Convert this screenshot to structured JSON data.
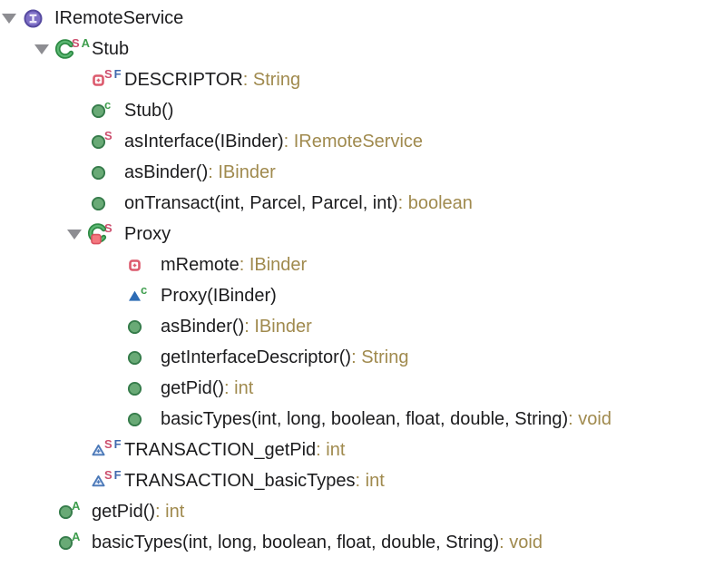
{
  "colors": {
    "text": "#1c1c1e",
    "type-text": "#a08a4e",
    "mod-s": "#cc4f6e",
    "mod-f": "#4169ad",
    "mod-g": "#3f9e4e",
    "twisty": "#8d8d92",
    "background": "#ffffff"
  },
  "tree": {
    "rows": [
      {
        "icon": "interface-icon",
        "expanded": true,
        "mods": [],
        "name": "IRemoteService",
        "suffix": ""
      },
      {
        "icon": "class-icon",
        "expanded": true,
        "mods": [
          "S",
          "A"
        ],
        "name": "Stub",
        "suffix": ""
      },
      {
        "icon": "private-field-icon",
        "mods": [
          "S",
          "F"
        ],
        "name": "DESCRIPTOR",
        "suffix": " : String"
      },
      {
        "icon": "method-icon",
        "mods": [
          "c"
        ],
        "name": "Stub()",
        "suffix": ""
      },
      {
        "icon": "method-icon",
        "mods": [
          "S"
        ],
        "name": "asInterface(IBinder)",
        "suffix": " : IRemoteService"
      },
      {
        "icon": "method-icon",
        "mods": [],
        "name": "asBinder()",
        "suffix": " : IBinder"
      },
      {
        "icon": "method-icon",
        "mods": [],
        "name": "onTransact(int, Parcel, Parcel, int)",
        "suffix": " : boolean"
      },
      {
        "icon": "private-class-icon",
        "expanded": true,
        "mods": [
          "S"
        ],
        "name": "Proxy",
        "suffix": ""
      },
      {
        "icon": "private-field-icon",
        "mods": [],
        "name": "mRemote",
        "suffix": " : IBinder"
      },
      {
        "icon": "constructor-icon",
        "mods": [
          "c"
        ],
        "name": "Proxy(IBinder)",
        "suffix": ""
      },
      {
        "icon": "method-icon",
        "mods": [],
        "name": "asBinder()",
        "suffix": " : IBinder"
      },
      {
        "icon": "method-icon",
        "mods": [],
        "name": "getInterfaceDescriptor()",
        "suffix": " : String"
      },
      {
        "icon": "method-icon",
        "mods": [],
        "name": "getPid()",
        "suffix": " : int"
      },
      {
        "icon": "method-icon",
        "mods": [],
        "name": "basicTypes(int, long, boolean, float, double, String)",
        "suffix": " : void"
      },
      {
        "icon": "package-field-icon",
        "mods": [
          "S",
          "F"
        ],
        "name": "TRANSACTION_getPid",
        "suffix": " : int"
      },
      {
        "icon": "package-field-icon",
        "mods": [
          "S",
          "F"
        ],
        "name": "TRANSACTION_basicTypes",
        "suffix": " : int"
      },
      {
        "icon": "method-icon",
        "mods": [
          "A"
        ],
        "name": "getPid()",
        "suffix": " : int"
      },
      {
        "icon": "method-icon",
        "mods": [
          "A"
        ],
        "name": "basicTypes(int, long, boolean, float, double, String)",
        "suffix": " : void"
      }
    ]
  }
}
